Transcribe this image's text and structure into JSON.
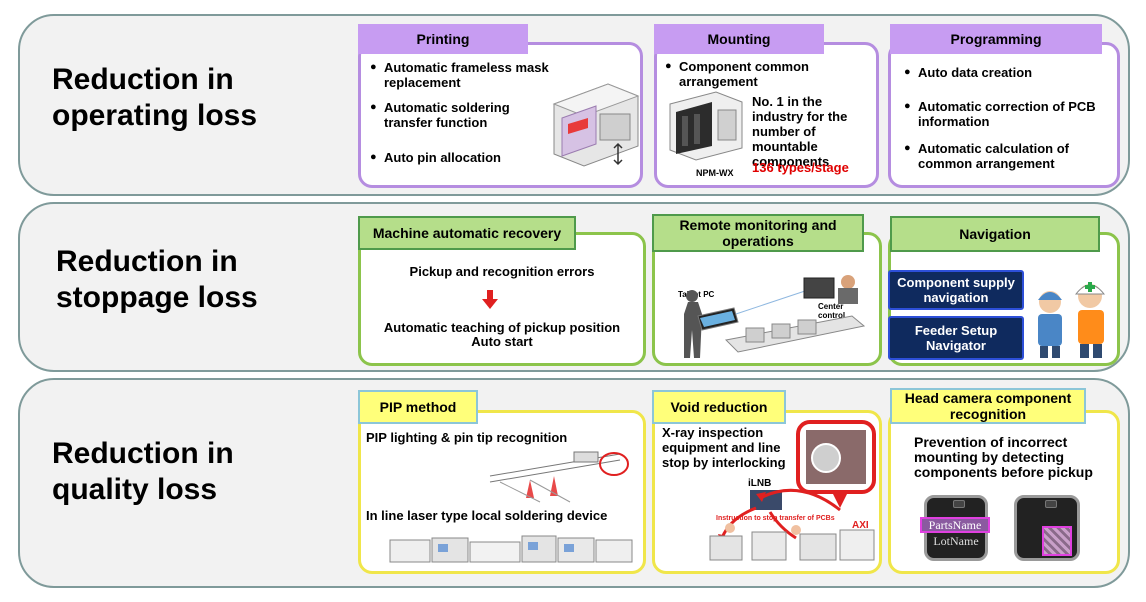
{
  "rows": [
    {
      "title_line1": "Reduction in",
      "title_line2": "operating loss"
    },
    {
      "title_line1": "Reduction in",
      "title_line2": "stoppage loss"
    },
    {
      "title_line1": "Reduction in",
      "title_line2": "quality loss"
    }
  ],
  "printing": {
    "header": "Printing",
    "bullet1": "Automatic frameless mask replacement",
    "bullet2": "Automatic soldering transfer function",
    "bullet3": "Auto pin allocation"
  },
  "mounting": {
    "header": "Mounting",
    "bullet1": "Component common arrangement",
    "note": "No. 1 in the industry for the number of mountable components",
    "highlight": "136 types/stage",
    "machine_label": "NPM-WX",
    "highlight_color": "#e00000"
  },
  "programming": {
    "header": "Programming",
    "bullet1": "Auto data creation",
    "bullet2": "Automatic correction of PCB information",
    "bullet3": "Automatic calculation of common arrangement"
  },
  "recovery": {
    "header": "Machine automatic recovery",
    "line1": "Pickup and recognition errors",
    "line2": "Automatic teaching of pickup position",
    "line3": "Auto start",
    "arrow_icon": "down-arrow-icon"
  },
  "remote": {
    "header": "Remote monitoring and operations",
    "tablet_label": "Tablet PC",
    "center_label": "Center control station"
  },
  "navigation": {
    "header": "Navigation",
    "btn1": "Component supply navigation",
    "btn2": "Feeder Setup Navigator"
  },
  "pip": {
    "header": "PIP method",
    "line1": "PIP lighting & pin tip recognition",
    "line2": "In line laser type local soldering device"
  },
  "void": {
    "header": "Void reduction",
    "line1": "X-ray inspection equipment and line stop by interlocking",
    "ilnb": "iLNB",
    "axi": "AXI",
    "instruction": "Instruction to stop transfer of PCBs"
  },
  "headcam": {
    "header": "Head camera component recognition",
    "line1": "Prevention of incorrect mounting by detecting components before pickup",
    "parts_name": "PartsName",
    "lot_name": "LotName"
  }
}
